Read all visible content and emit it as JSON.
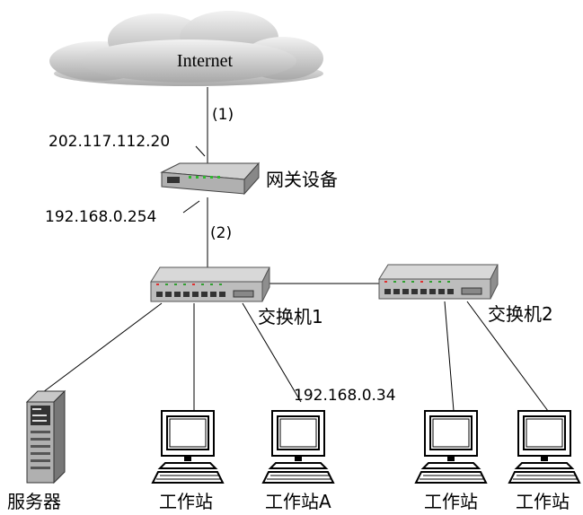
{
  "internet": {
    "label": "Internet"
  },
  "links": {
    "link1": "(1)",
    "link2": "(2)"
  },
  "gateway": {
    "label": "网关设备",
    "wan_ip": "202.117.112.20",
    "lan_ip": "192.168.0.254"
  },
  "switches": [
    {
      "label": "交换机1"
    },
    {
      "label": "交换机2"
    }
  ],
  "workstation_a_ip": "192.168.0.34",
  "devices": [
    {
      "label": "服务器"
    },
    {
      "label": "工作站"
    },
    {
      "label": "工作站A"
    },
    {
      "label": "工作站"
    },
    {
      "label": "工作站"
    }
  ]
}
